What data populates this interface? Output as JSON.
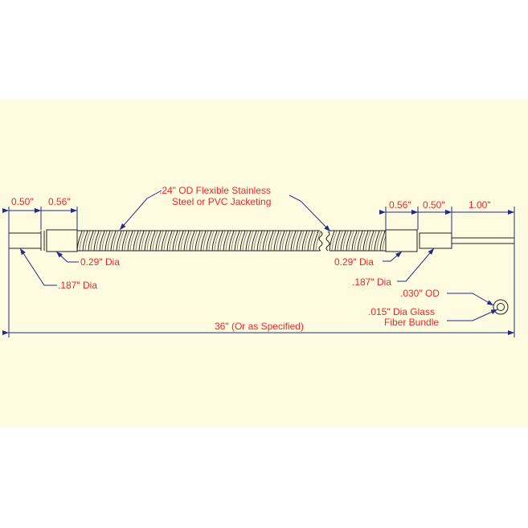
{
  "colors": {
    "background": "#fffbe1",
    "dimension": "#1d2d8a",
    "text": "#e8262b",
    "outline": "#222222"
  },
  "labels": {
    "left_tip_len": "0.50\"",
    "left_ferrule_len": "0.56\"",
    "jacket_line1": ".24\" OD Flexible Stainless",
    "jacket_line2": "Steel or PVC Jacketing",
    "right_ferrule_len": "0.56\"",
    "right_tip_len": "0.50\"",
    "fiber_len": "1.00\"",
    "left_ferrule_dia": "0.29\" Dia",
    "left_tip_dia": ".187\" Dia",
    "right_ferrule_dia": "0.29\" Dia",
    "right_tip_dia": ".187\" Dia",
    "od": ".030\" OD",
    "bundle_line1": ".015\" Dia Glass",
    "bundle_line2": "Fiber Bundle",
    "overall_len": "36\" (Or as Specified)"
  },
  "icons": {
    "end_view": "fiber-end-view-icon"
  }
}
